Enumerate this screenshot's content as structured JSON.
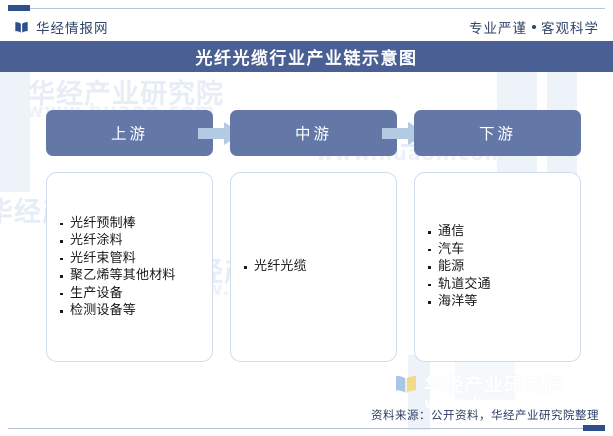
{
  "header": {
    "logo_icon": "open-book-icon",
    "brand": "华经情报网",
    "slogan_left": "专业严谨",
    "slogan_sep": "•",
    "slogan_right": "客观科学"
  },
  "title": "光纤光缆行业产业链示意图",
  "colors": {
    "title_bar": "#4a6094",
    "stage_box": "#6378a6",
    "arrow": "#b3cbe2",
    "card_border": "#cfdced",
    "accent": "#2f4f8a",
    "rule": "#b9c6da"
  },
  "chart_data": {
    "type": "diagram",
    "title": "光纤光缆行业产业链示意图",
    "flow": [
      "上游",
      "中游",
      "下游"
    ],
    "stages": [
      {
        "key": "upstream",
        "label": "上游",
        "items": [
          "光纤预制棒",
          "光纤涂料",
          "光纤束管料",
          "聚乙烯等其他材料",
          "生产设备",
          "检测设备等"
        ]
      },
      {
        "key": "midstream",
        "label": "中游",
        "items": [
          "光纤光缆"
        ]
      },
      {
        "key": "downstream",
        "label": "下游",
        "items": [
          "通信",
          "汽车",
          "能源",
          "轨道交通",
          "海洋等"
        ]
      }
    ],
    "arrows": [
      "上游→中游",
      "中游→下游"
    ]
  },
  "watermarks": {
    "cn": "华经产业研究院",
    "url": "www.huaon.com"
  },
  "footer": {
    "source": "资料来源：公开资料，华经产业研究院整理"
  }
}
